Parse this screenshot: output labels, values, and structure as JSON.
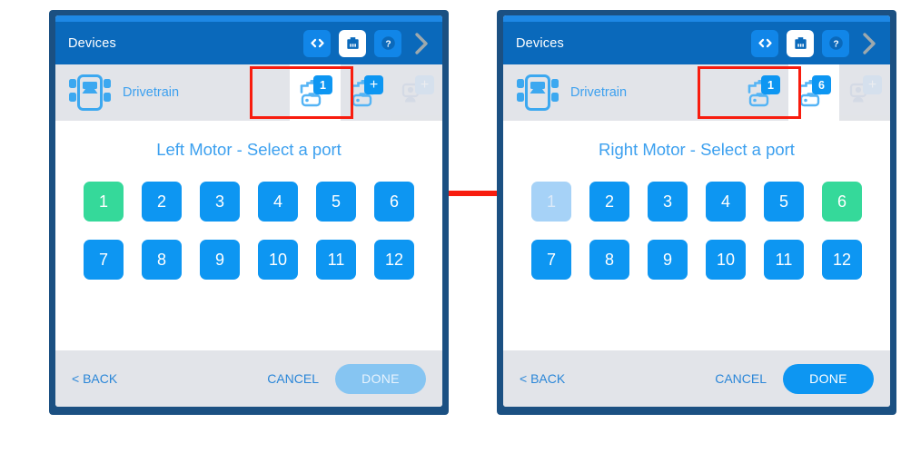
{
  "accent": {
    "header_blue": "#0a69bb",
    "frame_navy": "#1b5082",
    "port_blue": "#0d96f2",
    "port_green": "#35d99a",
    "port_disabled": "#a6d2f7",
    "link_blue": "#2a86d8",
    "highlight_red": "#f81c0e",
    "statusbar_blue": "#1e88e5"
  },
  "panels": [
    {
      "id": "left",
      "header": {
        "title": "Devices",
        "icons": [
          {
            "name": "code-icon",
            "glyph": "<>",
            "active": false
          },
          {
            "name": "devices-icon",
            "glyph": "device",
            "active": true
          },
          {
            "name": "help-icon",
            "glyph": "?",
            "active": false
          },
          {
            "name": "chevron-right-icon",
            "glyph": ">",
            "active": false
          }
        ]
      },
      "device_row": {
        "icon_name": "drivetrain-icon",
        "name": "Drivetrain",
        "chips": [
          {
            "name": "motor-port-chip",
            "badge": "1",
            "selected": true,
            "ghost": false
          },
          {
            "name": "motor-add-chip",
            "badge": "+",
            "selected": false,
            "ghost": false
          },
          {
            "name": "add-device-chip",
            "badge": "+",
            "selected": false,
            "ghost": true
          }
        ],
        "highlight": true
      },
      "prompt": "Left Motor - Select a port",
      "ports": [
        {
          "label": "1",
          "state": "selected"
        },
        {
          "label": "2",
          "state": "normal"
        },
        {
          "label": "3",
          "state": "normal"
        },
        {
          "label": "4",
          "state": "normal"
        },
        {
          "label": "5",
          "state": "normal"
        },
        {
          "label": "6",
          "state": "normal"
        },
        {
          "label": "7",
          "state": "normal"
        },
        {
          "label": "8",
          "state": "normal"
        },
        {
          "label": "9",
          "state": "normal"
        },
        {
          "label": "10",
          "state": "normal"
        },
        {
          "label": "11",
          "state": "normal"
        },
        {
          "label": "12",
          "state": "normal"
        }
      ],
      "footer": {
        "back": "< BACK",
        "cancel": "CANCEL",
        "done": "DONE",
        "done_enabled": false
      }
    },
    {
      "id": "right",
      "header": {
        "title": "Devices",
        "icons": [
          {
            "name": "code-icon",
            "glyph": "<>",
            "active": false
          },
          {
            "name": "devices-icon",
            "glyph": "device",
            "active": true
          },
          {
            "name": "help-icon",
            "glyph": "?",
            "active": false
          },
          {
            "name": "chevron-right-icon",
            "glyph": ">",
            "active": false
          }
        ]
      },
      "device_row": {
        "icon_name": "drivetrain-icon",
        "name": "Drivetrain",
        "chips": [
          {
            "name": "motor-port-chip",
            "badge": "1",
            "selected": false,
            "ghost": false
          },
          {
            "name": "motor-port-chip",
            "badge": "6",
            "selected": true,
            "ghost": false
          },
          {
            "name": "add-device-chip",
            "badge": "+",
            "selected": false,
            "ghost": true
          }
        ],
        "highlight": true
      },
      "prompt": "Right Motor - Select a port",
      "ports": [
        {
          "label": "1",
          "state": "disabled"
        },
        {
          "label": "2",
          "state": "normal"
        },
        {
          "label": "3",
          "state": "normal"
        },
        {
          "label": "4",
          "state": "normal"
        },
        {
          "label": "5",
          "state": "normal"
        },
        {
          "label": "6",
          "state": "selected"
        },
        {
          "label": "7",
          "state": "normal"
        },
        {
          "label": "8",
          "state": "normal"
        },
        {
          "label": "9",
          "state": "normal"
        },
        {
          "label": "10",
          "state": "normal"
        },
        {
          "label": "11",
          "state": "normal"
        },
        {
          "label": "12",
          "state": "normal"
        }
      ],
      "footer": {
        "back": "< BACK",
        "cancel": "CANCEL",
        "done": "DONE",
        "done_enabled": true
      }
    }
  ],
  "annotation": {
    "arrow_name": "step-transition-arrow",
    "arrow_color": "#f81c0e"
  }
}
